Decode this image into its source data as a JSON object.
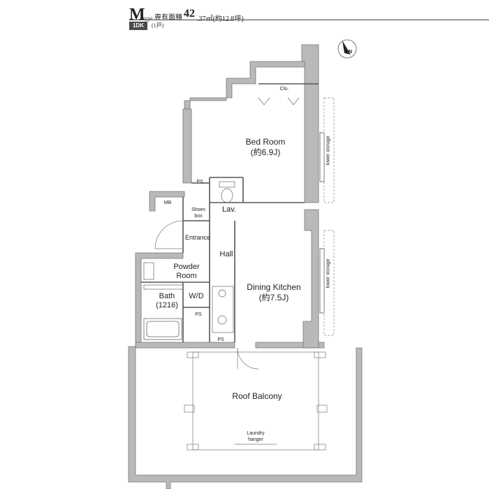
{
  "header": {
    "type_letter": "M",
    "type_suffix": "type",
    "area_label": "専有面積",
    "area_value": "42",
    "area_unit": ".37㎡(約12.8坪)",
    "layout_badge": "1DK",
    "units_count": "(1戸)"
  },
  "compass": {
    "icon": "north-arrow-icon",
    "letter": "N"
  },
  "rooms": {
    "bed_room": {
      "name": "Bed Room",
      "size": "(約6.9J)"
    },
    "dining_kitchen": {
      "name": "Dining Kitchen",
      "size": "(約7.5J)"
    },
    "roof_balcony": "Roof Balcony",
    "powder_room_line1": "Powder",
    "powder_room_line2": "Room",
    "bath_line1": "Bath",
    "bath_line2": "(1216)",
    "wd": "W/D",
    "lav": "Lav.",
    "hall": "Hall",
    "entrance": "Entrance",
    "shoes_box_line1": "Shoes",
    "shoes_box_line2": "box",
    "clo": "Clo.",
    "mb": "MB",
    "ps_1": "PS",
    "ps_2": "PS",
    "ps_3": "PS",
    "lower_storage_1": "lower storage",
    "lower_storage_2": "lower storage",
    "laundry_line1": "Laundry",
    "laundry_line2": "hanger"
  }
}
